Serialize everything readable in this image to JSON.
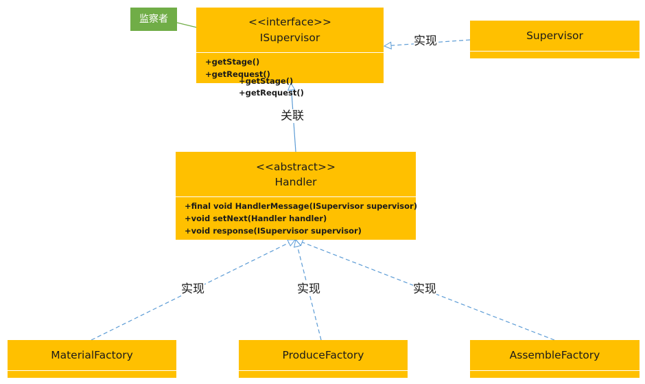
{
  "tag": {
    "text": "监察者"
  },
  "isupervisor": {
    "stereotype": "<<interface>>",
    "name": "ISupervisor",
    "methods": [
      "+getStage()",
      "+getRequest()"
    ]
  },
  "stray_methods": [
    "+getStage()",
    "+getRequest()"
  ],
  "supervisor": {
    "name": "Supervisor"
  },
  "handler": {
    "stereotype": "<<abstract>>",
    "name": "Handler",
    "methods": [
      "+final void HandlerMessage(ISupervisor supervisor)",
      "+void setNext(Handler handler)",
      "+void response(ISupervisor supervisor)"
    ]
  },
  "factories": [
    "MaterialFactory",
    "ProduceFactory",
    "AssembleFactory"
  ],
  "relations": {
    "realize": "实现",
    "association": "关联"
  },
  "colors": {
    "box": "#ffc000",
    "tag": "#70ad47",
    "dashed_line": "#5b9bd5",
    "tag_line": "#70ad47"
  }
}
